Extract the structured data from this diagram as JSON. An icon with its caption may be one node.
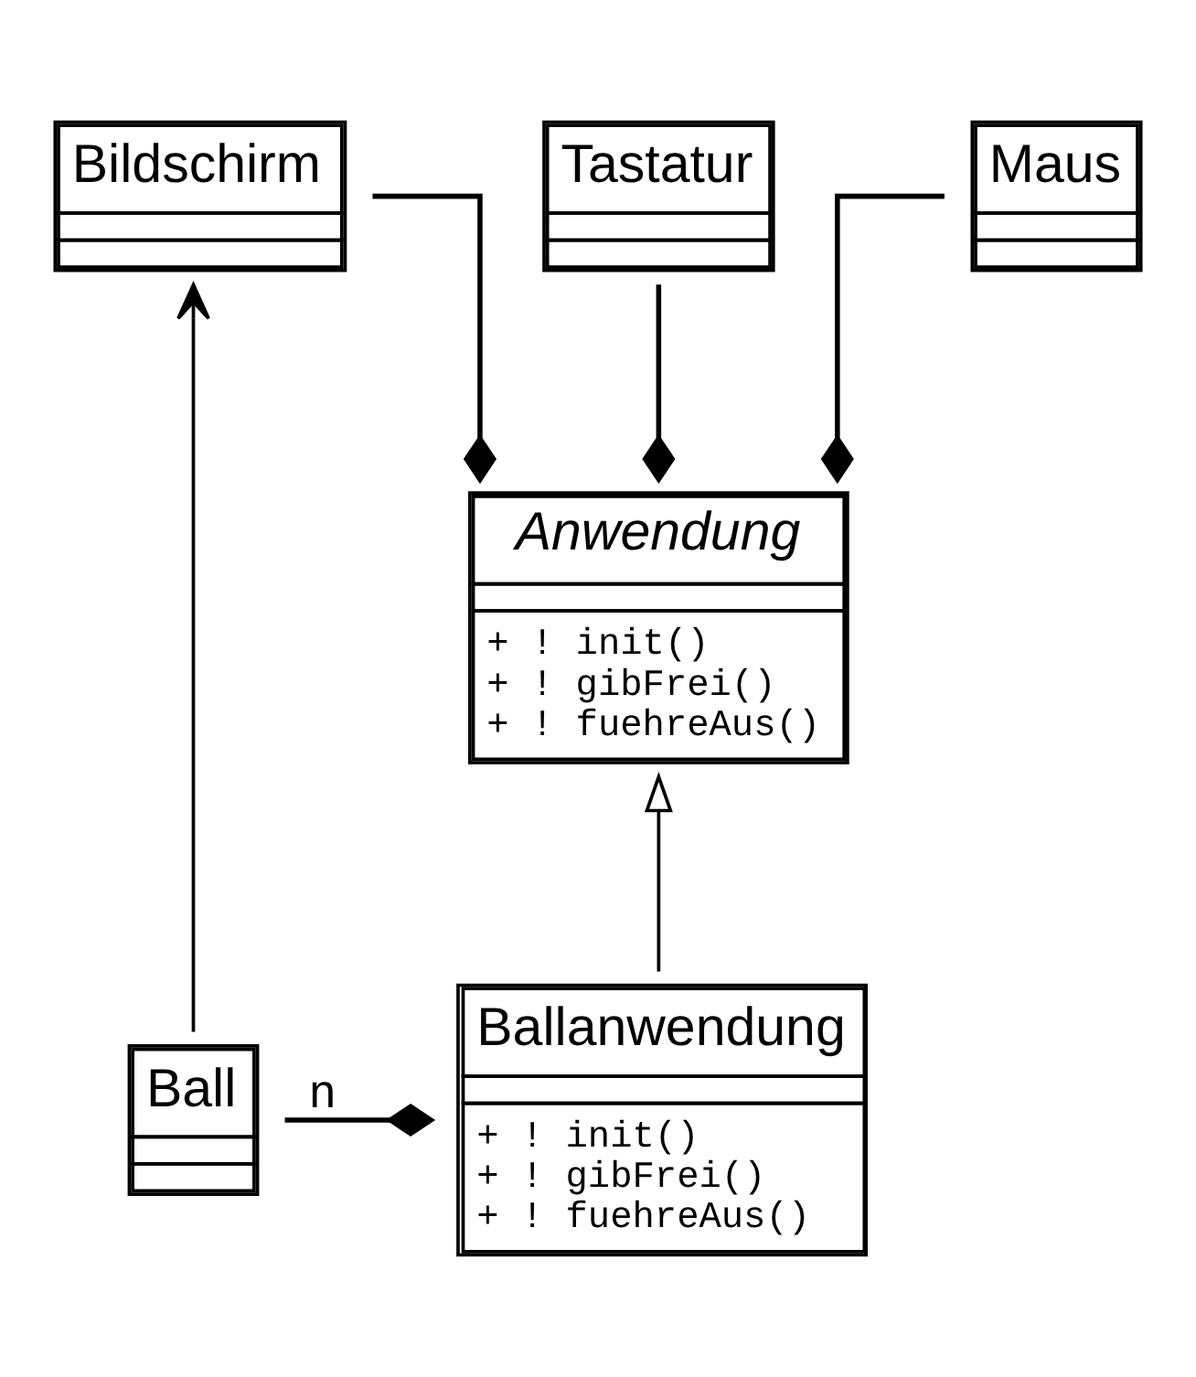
{
  "diagram": {
    "nodes": [
      {
        "text": [
          "Bildschirm"
        ]
      },
      {
        "text": [
          "Maus"
        ]
      },
      {
        "text": [
          "Tastatur"
        ]
      },
      {
        "text": [
          "Anwendung",
          "+ ! init()",
          "+ ! gibFrei()",
          "+ ! fuehreAus()"
        ]
      },
      {
        "text": [
          "Ballanwendung",
          "+ ! init()",
          "+ ! gibFrei()",
          "+ ! fuehreAus()"
        ]
      },
      {
        "text": [
          "Ball"
        ]
      }
    ],
    "edges": [
      {
        "from": 0,
        "to": 3,
        "arrow": "other"
      },
      {
        "from": 1,
        "to": 3,
        "arrow": "other"
      },
      {
        "from": 2,
        "to": 3,
        "arrow": "other"
      },
      {
        "from": 5,
        "to": 0,
        "arrow": "to"
      },
      {
        "from": 4,
        "to": 3,
        "arrow": "to"
      },
      {
        "from": 5,
        "to": 4,
        "arrow": "other",
        "label": "n"
      }
    ]
  }
}
